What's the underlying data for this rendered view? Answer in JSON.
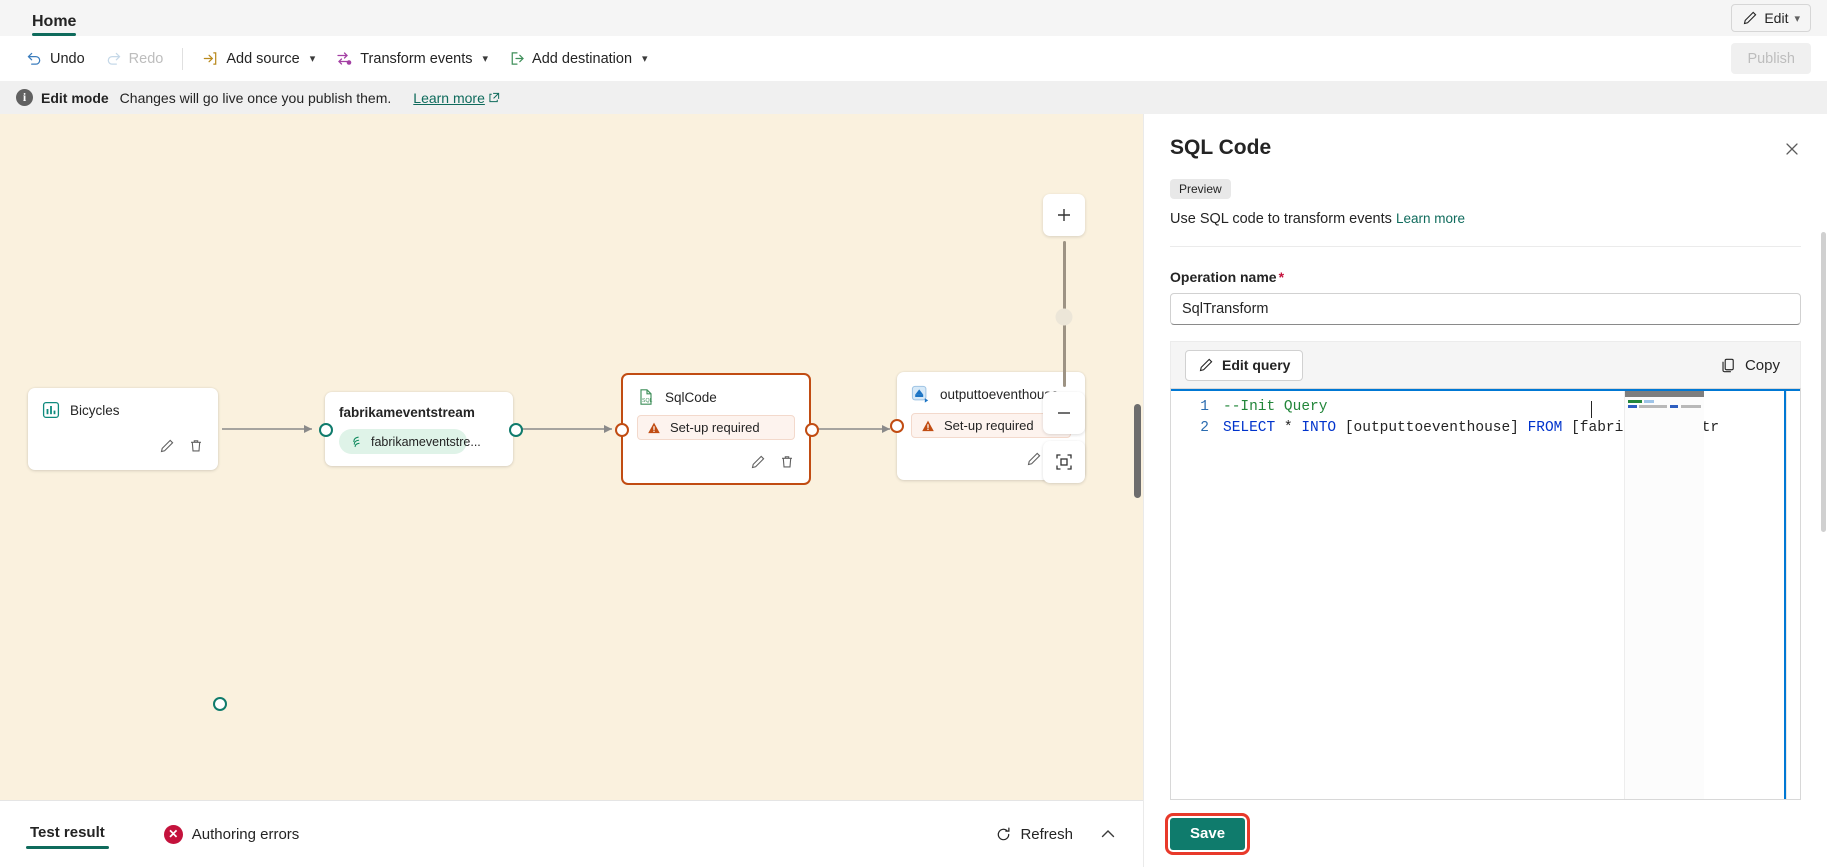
{
  "tabbar": {
    "home_tab": "Home",
    "edit_button": "Edit"
  },
  "toolbar": {
    "undo": "Undo",
    "redo": "Redo",
    "add_source": "Add source",
    "transform_events": "Transform events",
    "add_destination": "Add destination",
    "publish": "Publish"
  },
  "infobar": {
    "mode_label": "Edit mode",
    "message": "Changes will go live once you publish them.",
    "learn_more": "Learn more"
  },
  "canvas": {
    "nodes": [
      {
        "title": "Bicycles",
        "icon": "chart-icon",
        "status": ""
      },
      {
        "title": "fabrikameventstream",
        "icon": "stream-icon",
        "pill": "fabrikameventstre..."
      },
      {
        "title": "SqlCode",
        "icon": "sql-file-icon",
        "status": "Set-up required"
      },
      {
        "title": "outputtoeventhouse",
        "icon": "eventhouse-icon",
        "status": "Set-up required"
      }
    ],
    "zoom_in": "+",
    "zoom_out": "−",
    "fit_to_screen": "fit-to-screen"
  },
  "bottom": {
    "test_result_tab": "Test result",
    "authoring_errors": "Authoring errors",
    "refresh": "Refresh"
  },
  "panel": {
    "title": "SQL Code",
    "badge": "Preview",
    "description": "Use SQL code to transform events",
    "learn_more": "Learn more",
    "operation_name_label": "Operation name",
    "operation_name_value": "SqlTransform",
    "edit_query": "Edit query",
    "copy": "Copy",
    "save": "Save",
    "code": {
      "lines": [
        {
          "n": "1",
          "tokens": [
            {
              "t": "--Init Query",
              "c": "tk-comment"
            }
          ]
        },
        {
          "n": "2",
          "tokens": [
            {
              "t": "SELECT",
              "c": "tk-kw"
            },
            {
              "t": " * ",
              "c": "tk-op"
            },
            {
              "t": "INTO",
              "c": "tk-kw"
            },
            {
              "t": " [outputtoeventhouse] ",
              "c": "tk-id"
            },
            {
              "t": "FROM",
              "c": "tk-kw"
            },
            {
              "t": " [fabrikameventstr",
              "c": "tk-id"
            }
          ]
        }
      ]
    }
  },
  "colors": {
    "accent_teal": "#0f7b6c",
    "canvas_bg": "#faf1de",
    "error_red": "#c4123c",
    "warning_orange": "#c14c12",
    "highlight_red": "#e8392a"
  }
}
